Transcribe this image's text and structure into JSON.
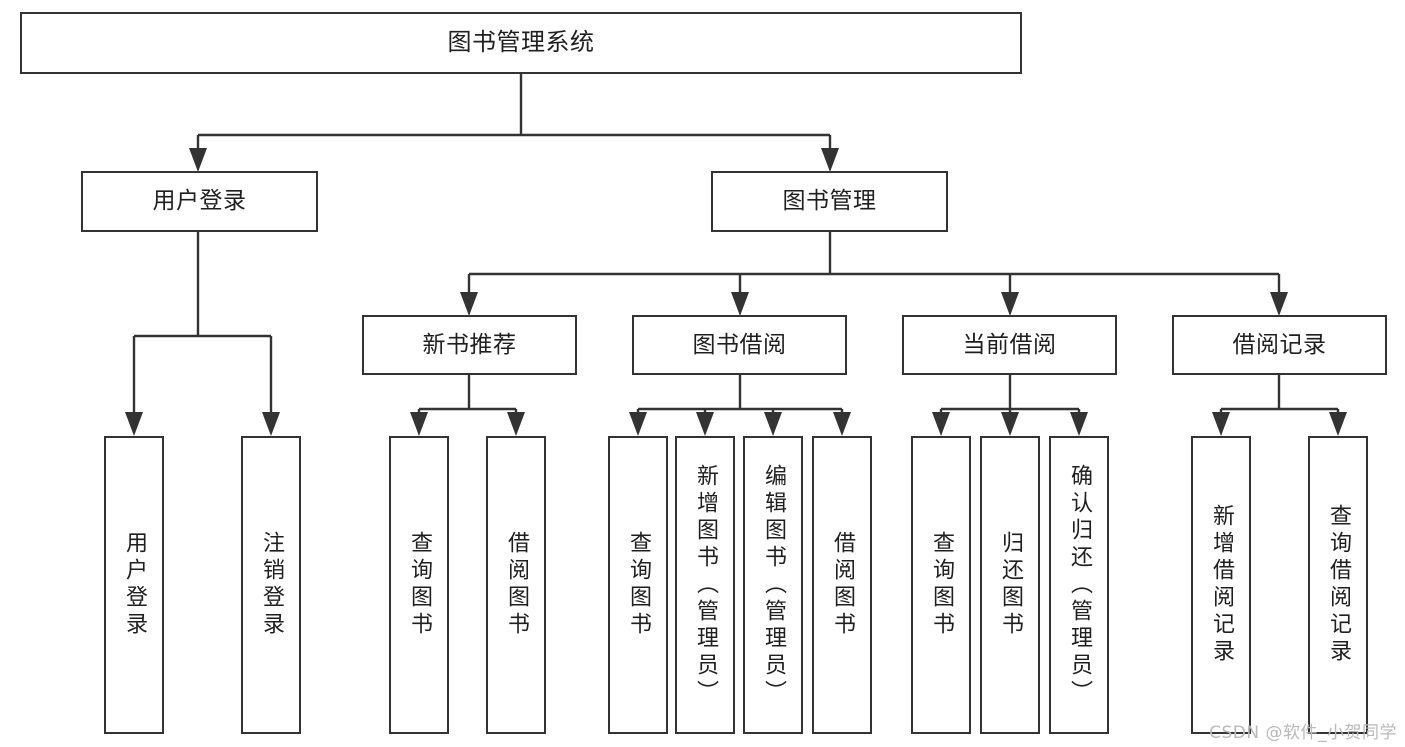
{
  "diagram": {
    "type": "tree-hierarchy",
    "title": "图书管理系统",
    "watermark": "CSDN @软件_小贺同学",
    "colors": {
      "stroke": "#333333",
      "fill": "#ffffff",
      "watermark": "#b9b9b9"
    },
    "levels": {
      "root": {
        "label": "图书管理系统"
      },
      "level2": [
        {
          "id": "user-login",
          "label": "用户登录"
        },
        {
          "id": "book-manage",
          "label": "图书管理"
        }
      ],
      "level3": [
        {
          "id": "new-book-rec",
          "label": "新书推荐",
          "parent": "book-manage"
        },
        {
          "id": "book-borrow",
          "label": "图书借阅",
          "parent": "book-manage"
        },
        {
          "id": "current-borrow",
          "label": "当前借阅",
          "parent": "book-manage"
        },
        {
          "id": "borrow-record",
          "label": "借阅记录",
          "parent": "book-manage"
        }
      ],
      "leaves": [
        {
          "id": "leaf-user-login",
          "label": "用户登录",
          "parent": "user-login"
        },
        {
          "id": "leaf-user-logout",
          "label": "注销登录",
          "parent": "user-login"
        },
        {
          "id": "leaf-query-book-1",
          "label": "查询图书",
          "parent": "new-book-rec"
        },
        {
          "id": "leaf-borrow-book-1",
          "label": "借阅图书",
          "parent": "new-book-rec"
        },
        {
          "id": "leaf-query-book-2",
          "label": "查询图书",
          "parent": "book-borrow"
        },
        {
          "id": "leaf-add-book",
          "label": "新增图书（管理员）",
          "parent": "book-borrow"
        },
        {
          "id": "leaf-edit-book",
          "label": "编辑图书（管理员）",
          "parent": "book-borrow"
        },
        {
          "id": "leaf-borrow-book-2",
          "label": "借阅图书",
          "parent": "book-borrow"
        },
        {
          "id": "leaf-query-book-3",
          "label": "查询图书",
          "parent": "current-borrow"
        },
        {
          "id": "leaf-return-book",
          "label": "归还图书",
          "parent": "current-borrow"
        },
        {
          "id": "leaf-confirm-return",
          "label": "确认归还（管理员）",
          "parent": "current-borrow"
        },
        {
          "id": "leaf-add-record",
          "label": "新增借阅记录",
          "parent": "borrow-record"
        },
        {
          "id": "leaf-query-record",
          "label": "查询借阅记录",
          "parent": "borrow-record"
        }
      ]
    }
  }
}
